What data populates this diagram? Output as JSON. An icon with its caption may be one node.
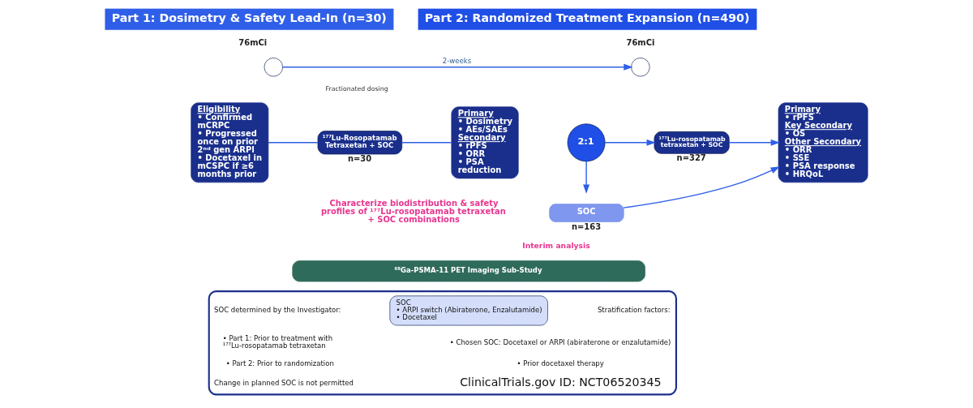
{
  "diagram": {
    "nodes": [
      {
        "text": [
          "Part 1: Dosimetry & Safety Lead-In (n=30)"
        ]
      },
      {
        "text": [
          "Part 2: Randomized Treatment Expansion (n=490)"
        ]
      },
      {
        "text": [
          "Eligibility",
          "• Confirmed mCRPC",
          "• Progressed once on prior 2ⁿᵈ gen ARPI",
          "• Docetaxel in mCSPC if ≥6 months prior"
        ]
      },
      {
        "text": [],
        "shape": "circle",
        "beside": [
          "76mCi"
        ]
      },
      {
        "text": [],
        "shape": "circle",
        "beside": [
          "76mCi"
        ]
      },
      {
        "text": [
          "¹⁷⁷Lu-Rosopatamab Tetraxetan + SOC"
        ],
        "beside": [
          "n=30"
        ]
      },
      {
        "text": [
          "Primary",
          "• Dosimetry",
          "• AEs/SAEs",
          "Secondary",
          "• rPFS",
          "• ORR",
          "• PSA reduction"
        ]
      },
      {
        "text": [
          "2:1"
        ]
      },
      {
        "text": [
          "¹⁷⁷Lu-rosopatamab tetraxetan + SOC"
        ],
        "beside": [
          "n=327"
        ]
      },
      {
        "text": [
          "SOC"
        ],
        "beside": [
          "n=163"
        ]
      },
      {
        "text": [
          "Primary",
          "• rPFS",
          "Key Secondary",
          "• OS",
          "Other Secondary",
          "• ORR",
          "• SSE",
          "• PSA response",
          "• HRQoL"
        ]
      },
      {
        "text": [
          "⁶⁸Ga-PSMA-11 PET Imaging Sub-Study"
        ]
      },
      {
        "text": [],
        "shape": "box"
      },
      {
        "text": [
          "SOC",
          "• ARPI switch (Abiraterone, Enzalutamide)",
          "• Docetaxel"
        ],
        "in": 12
      }
    ],
    "edges": [
      {
        "from": 3,
        "to": 4,
        "arrow": "to",
        "label": "2-weeks"
      },
      {
        "from": 2,
        "to": 5,
        "arrow": "none"
      },
      {
        "from": 5,
        "to": 6,
        "arrow": "none"
      },
      {
        "from": 7,
        "to": 8,
        "arrow": "to"
      },
      {
        "from": 7,
        "to": 9,
        "arrow": "to"
      },
      {
        "from": 8,
        "to": 10,
        "arrow": "to"
      },
      {
        "from": 9,
        "to": 10,
        "arrow": "to"
      }
    ],
    "labels": [
      "Fractionated dosing",
      "Characterize biodistribution & safety profiles of ¹⁷⁷Lu-rosopatamab tetraxetan + SOC combinations",
      "Interim analysis",
      "SOC determined by the Investigator:",
      "• Part 1: Prior to treatment with ¹⁷⁷Lu-rosopatamab tetraxetan",
      "• Part 2: Prior to randomization",
      "Change in planned SOC is not permitted",
      "Stratification factors:",
      "• Chosen SOC: Docetaxel or ARPI (abiraterone or enzalutamide)",
      "• Prior docetaxel therapy",
      "ClinicalTrials.gov ID: NCT06520345"
    ]
  }
}
